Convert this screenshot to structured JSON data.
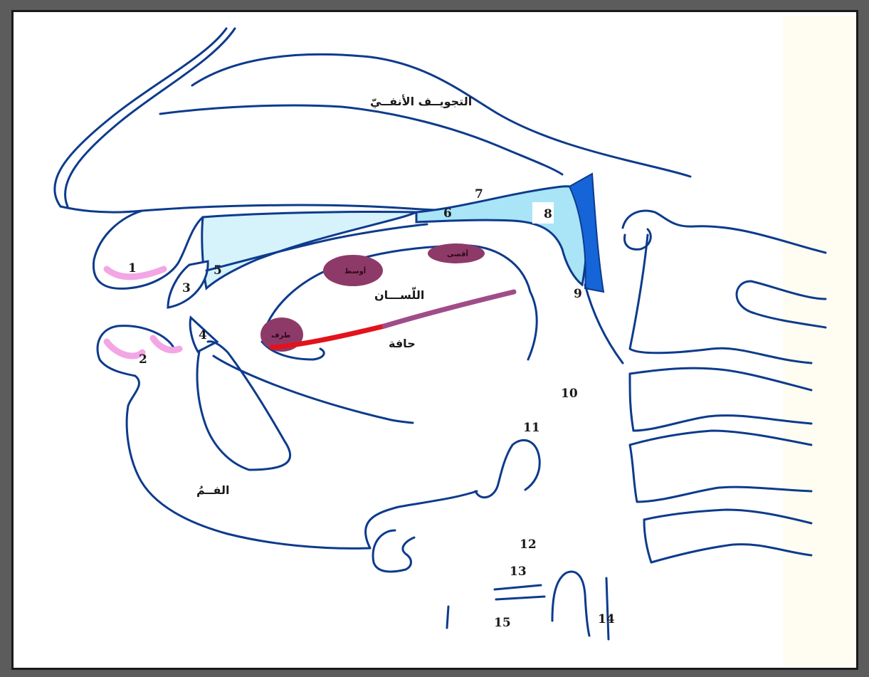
{
  "labels": {
    "nasal_cavity": "التجويــف الأنفــيّ",
    "tongue": "اللّســـان",
    "mouth": "الفــمُ",
    "edge": "حافة",
    "tip": "طرف",
    "middle": "أوسط",
    "back": "أقصى"
  },
  "numbers": {
    "n1": "1",
    "n2": "2",
    "n3": "3",
    "n4": "4",
    "n5": "5",
    "n6": "6",
    "n7": "7",
    "n8": "8",
    "n9": "9",
    "n10": "10",
    "n11": "11",
    "n12": "12",
    "n13": "13",
    "n14": "14",
    "n15": "15"
  },
  "colors": {
    "outline": "#0d3b8c",
    "light_blue": "#a9e4f7",
    "dark_blue": "#1565d8",
    "pink": "#f3a6e6",
    "tongue_region": "#8e3a69",
    "tongue_edge_red": "#e3121b",
    "tongue_edge_purple": "#a04c8a"
  }
}
